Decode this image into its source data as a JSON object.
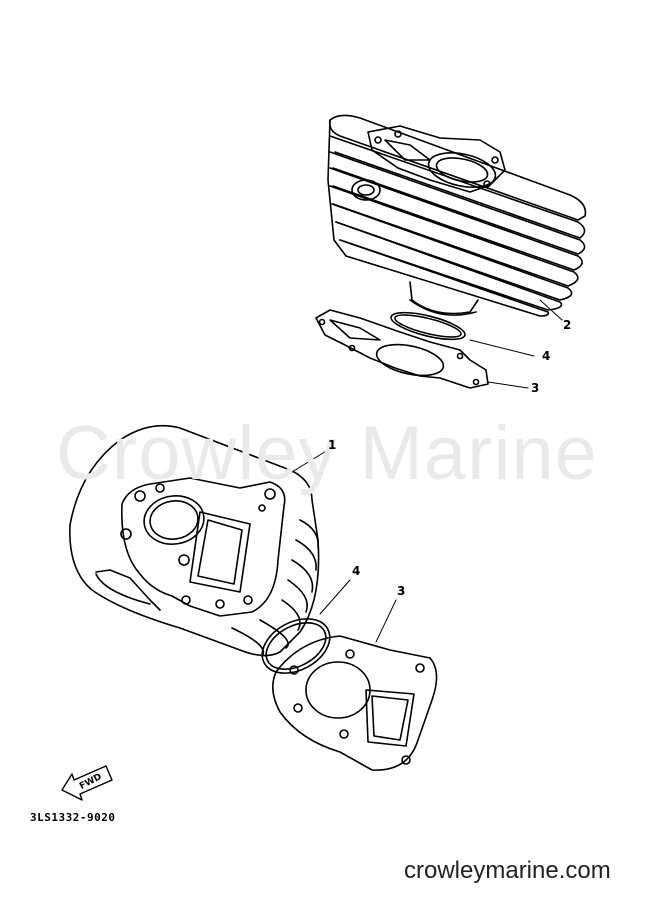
{
  "watermark": "Crowley Marine",
  "callouts": {
    "part_1": "1",
    "part_2": "2",
    "part_3_top": "3",
    "part_4_top": "4",
    "part_3_bottom": "3",
    "part_4_bottom": "4"
  },
  "direction_arrow": {
    "label": "FWD"
  },
  "part_number": "3LS1332-9020",
  "site_label": "crowleymarine.com",
  "colors": {
    "line": "#000000",
    "watermark": "#e9e9e9",
    "site_text": "#222222"
  }
}
